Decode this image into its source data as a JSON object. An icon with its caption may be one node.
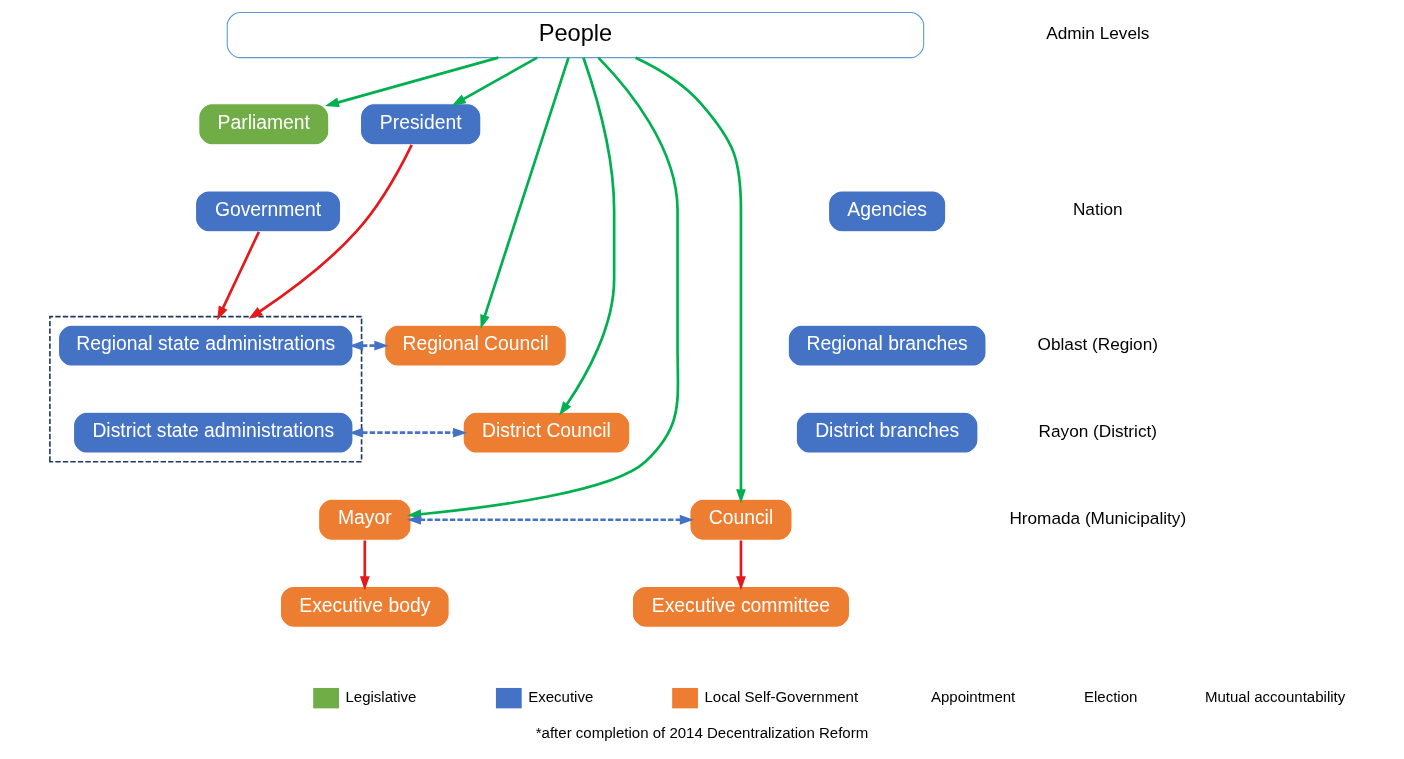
{
  "diagram": {
    "caption": "*after completion of 2014 Decentralization Reform",
    "nodes": [
      {
        "text": [
          "People"
        ]
      },
      {
        "text": [
          "Parliament"
        ]
      },
      {
        "text": [
          "President"
        ]
      },
      {
        "text": [
          "Agencies"
        ]
      },
      {
        "text": [
          "Government"
        ]
      },
      {
        "text": [
          "Regional branches"
        ]
      },
      {
        "text": [],
        "shape": "box"
      },
      {
        "text": [
          "Regional state administrations"
        ],
        "in": 6
      },
      {
        "text": [
          "District state administrations"
        ],
        "in": 6
      },
      {
        "text": [
          "Regional Council"
        ]
      },
      {
        "text": [
          "District branches"
        ]
      },
      {
        "text": [
          "District Council"
        ]
      },
      {
        "text": [
          "Mayor"
        ]
      },
      {
        "text": [
          "Council"
        ]
      },
      {
        "text": [
          "Executive body"
        ]
      },
      {
        "text": [
          "Executive committee"
        ]
      }
    ],
    "edges": [
      {
        "from": 0,
        "to": 1,
        "arrow": "to"
      },
      {
        "from": 0,
        "to": 2,
        "arrow": "to"
      },
      {
        "from": 0,
        "to": 9,
        "arrow": "to"
      },
      {
        "from": 0,
        "to": 11,
        "arrow": "to"
      },
      {
        "from": 0,
        "to": 12,
        "arrow": "to"
      },
      {
        "from": 0,
        "to": 13,
        "arrow": "to"
      },
      {
        "from": 2,
        "to": 6,
        "arrow": "to",
        "color": "#e31a1c"
      },
      {
        "from": 4,
        "to": 6,
        "arrow": "to",
        "color": "#e31a1c"
      },
      {
        "from": 7,
        "to": 9,
        "arrow": "both",
        "style": "dashed",
        "color": "#4472c4"
      },
      {
        "from": 8,
        "to": 11,
        "arrow": "both",
        "style": "dashed",
        "color": "#4472c4"
      },
      {
        "from": 12,
        "to": 13,
        "arrow": "both",
        "style": "dashed",
        "color": "#4472c4"
      },
      {
        "from": 12,
        "to": 14,
        "arrow": "to",
        "color": "#e31a1c"
      },
      {
        "from": 13,
        "to": 15,
        "arrow": "to",
        "color": "#e31a1c"
      }
    ],
    "labels": [
      "Admin Levels",
      "Nation",
      "Oblast (Region)",
      "Rayon (District)",
      "Hromada (Municipality)"
    ],
    "legend": [
      {
        "text": "Legislative",
        "color": "#70ad47"
      },
      {
        "text": "Executive",
        "color": "#4472c4"
      },
      {
        "text": "Local Self-Government",
        "color": "#ed7d31"
      },
      {
        "text": "Appointment"
      },
      {
        "text": "Election"
      },
      {
        "text": "Mutual accountability"
      }
    ]
  }
}
